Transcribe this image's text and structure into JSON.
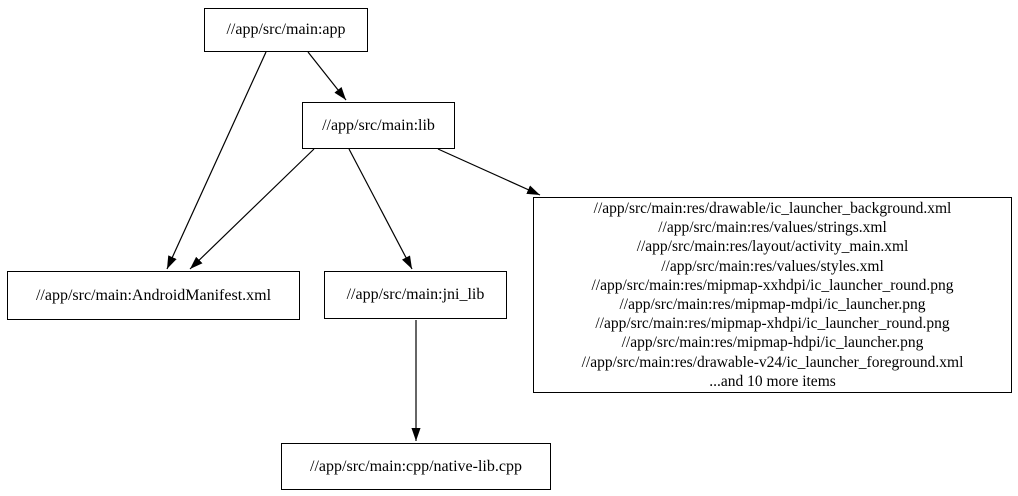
{
  "graph": {
    "type": "directed-dependency-graph",
    "background_color": "#ffffff",
    "node_border_color": "#000000",
    "edge_color": "#000000",
    "text_color": "#000000",
    "nodes": {
      "app": {
        "label": "//app/src/main:app"
      },
      "lib": {
        "label": "//app/src/main:lib"
      },
      "manifest": {
        "label": "//app/src/main:AndroidManifest.xml"
      },
      "jni_lib": {
        "label": "//app/src/main:jni_lib"
      },
      "cpp": {
        "label": "//app/src/main:cpp/native-lib.cpp"
      },
      "res_group": {
        "lines": [
          "//app/src/main:res/drawable/ic_launcher_background.xml",
          "//app/src/main:res/values/strings.xml",
          "//app/src/main:res/layout/activity_main.xml",
          "//app/src/main:res/values/styles.xml",
          "//app/src/main:res/mipmap-xxhdpi/ic_launcher_round.png",
          "//app/src/main:res/mipmap-mdpi/ic_launcher.png",
          "//app/src/main:res/mipmap-xhdpi/ic_launcher_round.png",
          "//app/src/main:res/mipmap-hdpi/ic_launcher.png",
          "//app/src/main:res/drawable-v24/ic_launcher_foreground.xml",
          "...and 10 more items"
        ]
      }
    },
    "edges": [
      {
        "from": "app",
        "to": "lib"
      },
      {
        "from": "app",
        "to": "manifest"
      },
      {
        "from": "lib",
        "to": "manifest"
      },
      {
        "from": "lib",
        "to": "jni_lib"
      },
      {
        "from": "lib",
        "to": "res_group"
      },
      {
        "from": "jni_lib",
        "to": "cpp"
      }
    ]
  }
}
